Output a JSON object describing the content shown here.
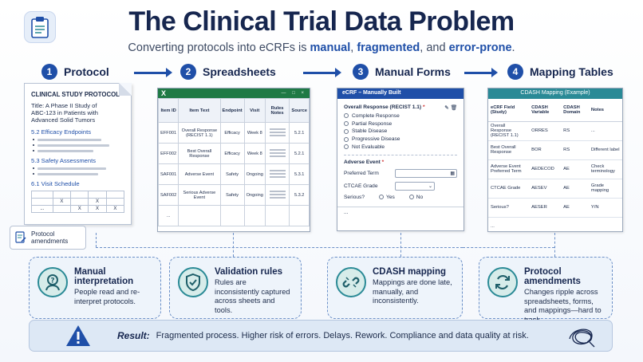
{
  "header": {
    "title": "The Clinical Trial Data Problem",
    "subtitle_prefix": "Converting protocols into eCRFs is ",
    "subtitle_w1": "manual",
    "subtitle_sep1": ", ",
    "subtitle_w2": "fragmented",
    "subtitle_sep2": ", and ",
    "subtitle_w3": "error-prone",
    "subtitle_end": ".",
    "logo_icon": "clipboard-icon"
  },
  "steps": [
    {
      "num": "1",
      "label": "Protocol"
    },
    {
      "num": "2",
      "label": "Spreadsheets"
    },
    {
      "num": "3",
      "label": "Manual Forms"
    },
    {
      "num": "4",
      "label": "Mapping Tables"
    }
  ],
  "protocol_doc": {
    "heading": "CLINICAL STUDY PROTOCOL",
    "title_line1": "Title: A Phase II Study of",
    "title_line2": "ABC-123 in Patients with",
    "title_line3": "Advanced Solid Tumors",
    "sec1": "5.2   Efficacy Endpoints",
    "sec2": "5.3   Safety Assessments",
    "sec3": "6.1   Visit Schedule",
    "visit_marks": [
      "X",
      "X",
      "X",
      "X",
      "X",
      "..."
    ],
    "amendments_label_line1": "Protocol",
    "amendments_label_line2": "amendments"
  },
  "spreadsheet": {
    "app_icon": "X",
    "window_controls": "— □ ×",
    "columns": [
      "Item ID",
      "Item Text",
      "Endpoint",
      "Visit",
      "Rules Notes",
      "Source"
    ],
    "rows": [
      [
        "EFF001",
        "Overall Response (RECIST 1.1)",
        "Efficacy",
        "Week 8",
        "",
        "5.2.1"
      ],
      [
        "EFF002",
        "Best Overall Response",
        "Efficacy",
        "Week 8",
        "",
        "5.2.1"
      ],
      [
        "SAF001",
        "Adverse Event",
        "Safety",
        "Ongoing",
        "",
        "5.3.1"
      ],
      [
        "SAF002",
        "Serious Adverse Event",
        "Safety",
        "Ongoing",
        "",
        "5.3.2"
      ]
    ],
    "ellipsis": "..."
  },
  "ecrf": {
    "bar_title": "eCRF – Manually Built",
    "q1": "Overall Response (RECIST 1.1)",
    "q1_req": "*",
    "options": [
      "Complete Response",
      "Partial Response",
      "Stable Disease",
      "Progressive Disease",
      "Not Evaluable"
    ],
    "q2": "Adverse Event",
    "q2_req": "*",
    "f1": "Preferred Term",
    "f2": "CTCAE Grade",
    "f3": "Serious?",
    "yes": "Yes",
    "no": "No",
    "ellipsis": "..."
  },
  "mapping": {
    "bar_title": "CDASH Mapping (Example)",
    "columns": [
      "eCRF Field (Study)",
      "CDASH Variable",
      "CDASH Domain",
      "Notes"
    ],
    "rows": [
      [
        "Overall Response (RECIST 1.1)",
        "ORRES",
        "RS",
        "..."
      ],
      [
        "Best Overall Response",
        "BOR",
        "RS",
        "Different label"
      ],
      [
        "Adverse Event Preferred Term",
        "AEDECOD",
        "AE",
        "Check terminology"
      ],
      [
        "CTCAE Grade",
        "AESEV",
        "AE",
        "Grade mapping"
      ],
      [
        "Serious?",
        "AESER",
        "AE",
        "Y/N"
      ]
    ],
    "ellipsis": "..."
  },
  "cards": [
    {
      "title": "Manual interpretation",
      "text": "People read and re-interpret protocols.",
      "icon": "question-person-icon"
    },
    {
      "title": "Validation rules",
      "text": "Rules are inconsistently captured across sheets and tools.",
      "icon": "shield-check-icon"
    },
    {
      "title": "CDASH mapping",
      "text": "Mappings are done late, manually, and inconsistently.",
      "icon": "broken-link-icon"
    },
    {
      "title": "Protocol amendments",
      "text": "Changes ripple across spreadsheets, forms, and mappings—hard to track.",
      "icon": "cycle-arrows-icon"
    }
  ],
  "result": {
    "label": "Result:",
    "text": "Fragmented process.  Higher risk of errors.  Delays.  Rework.  Compliance and data quality at risk.",
    "icon": "warning-icon",
    "decor_icon": "tangled-scribble-icon"
  },
  "colors": {
    "navy": "#16264f",
    "accent": "#1f4fa8",
    "excel": "#1f7a45",
    "teal": "#2a8a96",
    "warning": "#1f4fa8"
  }
}
